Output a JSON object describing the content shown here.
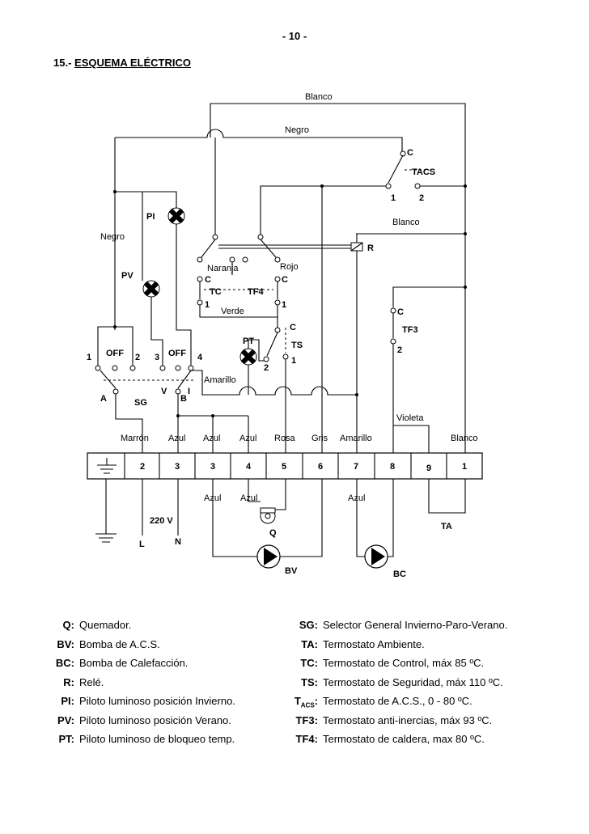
{
  "page_number": "- 10 -",
  "section": {
    "number": "15.-",
    "title": "ESQUEMA ELÉCTRICO"
  },
  "wire_labels": {
    "blanco_top": "Blanco",
    "negro_top": "Negro",
    "blanco_right": "Blanco",
    "negro_left": "Negro",
    "naranja": "Naranja",
    "rojo": "Rojo",
    "verde": "Verde",
    "amarillo": "Amarillo",
    "violeta": "Violeta"
  },
  "components": {
    "tacs": {
      "name": "TACS",
      "c": "C",
      "t1": "1",
      "t2": "2"
    },
    "r": "R",
    "pi": "PI",
    "pv": "PV",
    "pt": "PT",
    "tc": {
      "name": "TC",
      "c": "C",
      "t1": "1"
    },
    "tf4": {
      "name": "TF4",
      "c": "C",
      "t1": "1"
    },
    "ts": {
      "name": "TS",
      "c": "C",
      "t1": "1",
      "t2": "2"
    },
    "tf3": {
      "name": "TF3",
      "c": "C",
      "t2": "2"
    },
    "sg": {
      "name": "SG",
      "off1": "OFF",
      "off2": "OFF",
      "n1": "1",
      "n2": "2",
      "n3": "3",
      "n4": "4",
      "a": "A",
      "b": "B",
      "v": "V",
      "i": "I"
    },
    "q": "Q",
    "bv": "BV",
    "bc": "BC",
    "ta": "TA"
  },
  "terminal_block": {
    "top_labels": [
      "Marrón",
      "Azul",
      "Azul",
      "Azul",
      "Rosa",
      "Gris",
      "Amarillo",
      "Violeta",
      "Blanco"
    ],
    "numbers": [
      "1",
      "2",
      "3",
      "3",
      "4",
      "5",
      "6",
      "7",
      "8",
      "9"
    ],
    "bottom_labels": [
      "Azul",
      "Azul",
      "Azul"
    ],
    "supply": "220 V",
    "l": "L",
    "n": "N"
  },
  "legend_left": [
    {
      "key": "Q:",
      "text": "Quemador."
    },
    {
      "key": "BV:",
      "text": "Bomba de A.C.S."
    },
    {
      "key": "BC:",
      "text": "Bomba de Calefacción."
    },
    {
      "key": "R:",
      "text": "Relé."
    },
    {
      "key": "PI:",
      "text": "Piloto luminoso posición Invierno."
    },
    {
      "key": "PV:",
      "text": "Piloto luminoso posición Verano."
    },
    {
      "key": "PT:",
      "text": "Piloto luminoso de bloqueo temp."
    }
  ],
  "legend_right": [
    {
      "key": "SG:",
      "text": "Selector General Invierno-Paro-Verano."
    },
    {
      "key": "TA:",
      "text": "Termostato Ambiente."
    },
    {
      "key": "TC:",
      "text": "Termostato de Control, máx 85 ºC."
    },
    {
      "key": "TS:",
      "text": "Termostato de Seguridad, máx 110 ºC."
    },
    {
      "key": "T",
      "key_sub": "ACS",
      "key_tail": ":",
      "text": "Termostato de A.C.S., 0 - 80 ºC."
    },
    {
      "key": "TF3:",
      "text": "Termostato anti-inercias, máx 93 ºC."
    },
    {
      "key": "TF4:",
      "text": "Termostato de caldera, max 80 ºC."
    }
  ]
}
